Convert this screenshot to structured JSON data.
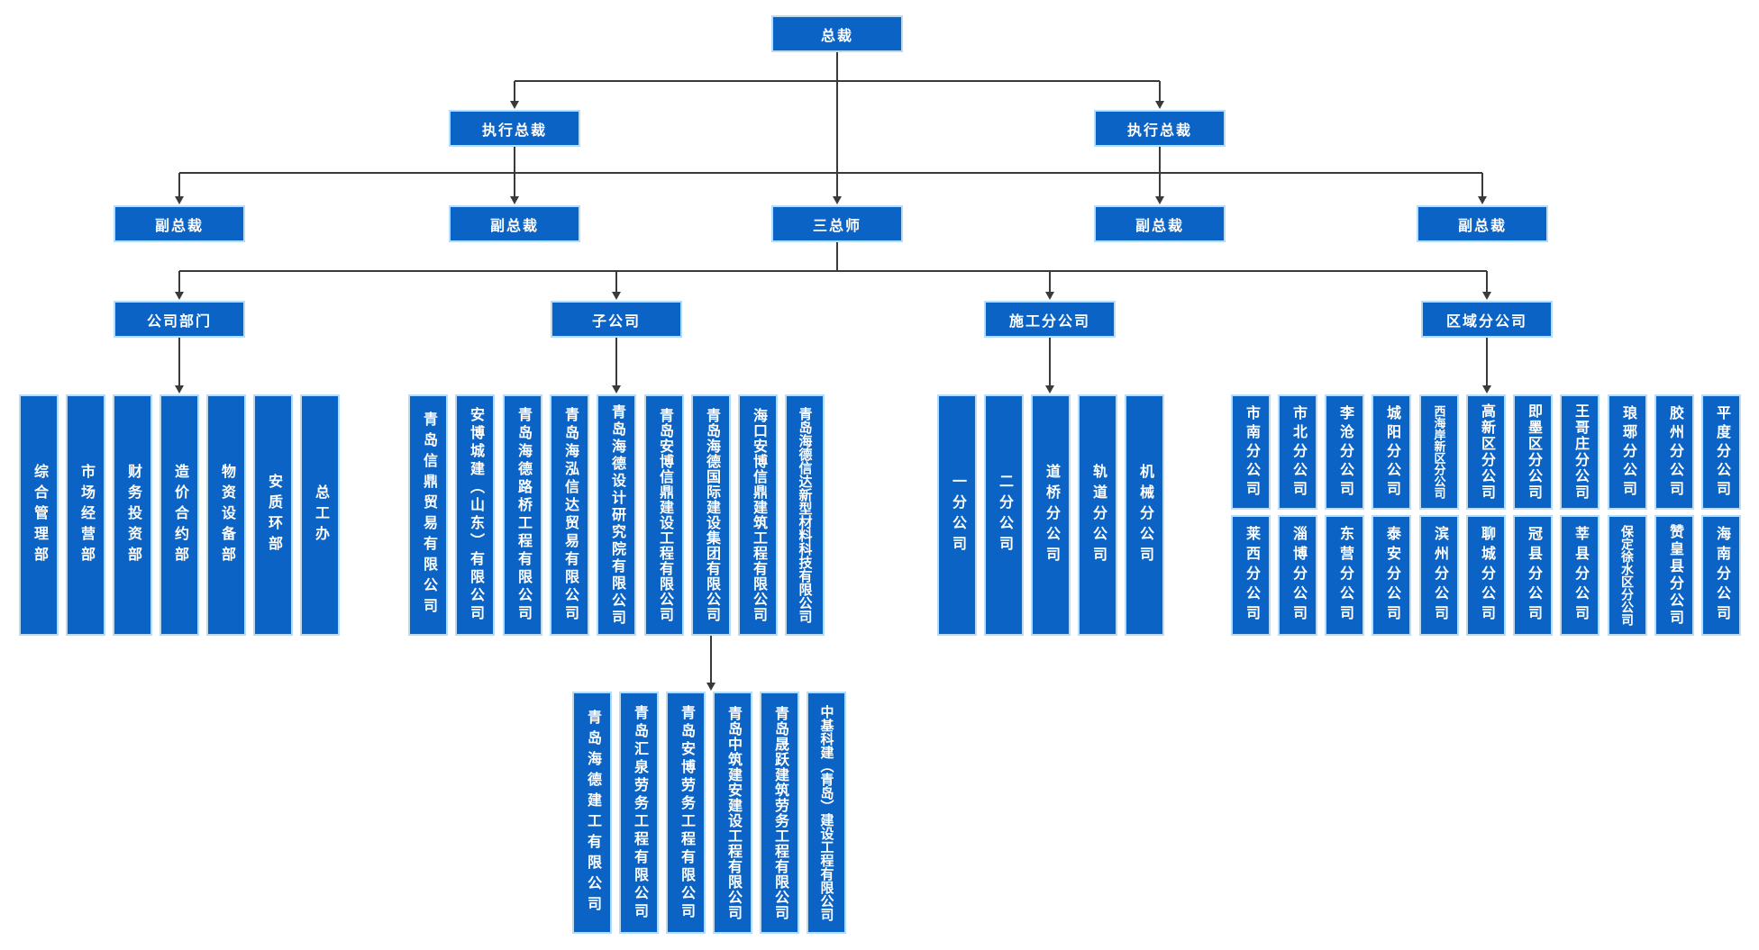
{
  "org": {
    "root": "总裁",
    "level2": [
      "执行总裁",
      "执行总裁"
    ],
    "level3": [
      "副总裁",
      "副总裁",
      "三总师",
      "副总裁",
      "副总裁"
    ],
    "level4": [
      "公司部门",
      "子公司",
      "施工分公司",
      "区域分公司"
    ],
    "departments": [
      "综合管理部",
      "市场经营部",
      "财务投资部",
      "造价合约部",
      "物资设备部",
      "安质环部",
      "总工办"
    ],
    "subsidiaries": [
      "青岛信鼎贸易有限公司",
      "安博城建（山东）有限公司",
      "青岛海德路桥工程有限公司",
      "青岛海泓信达贸易有限公司",
      "青岛海德设计研究院有限公司",
      "青岛安博信鼎建设工程有限公司",
      "青岛海德国际建设集团有限公司",
      "海口安博信鼎建筑工程有限公司",
      "青岛海德信达新型材料科技有限公司"
    ],
    "construction_branches": [
      "一分公司",
      "二分公司",
      "道桥分公司",
      "轨道分公司",
      "机械分公司"
    ],
    "regional_branches_row1": [
      "市南分公司",
      "市北分公司",
      "李沧分公司",
      "城阳分公司",
      "西海岸新区分公司",
      "高新区分公司",
      "即墨区分公司",
      "王哥庄分公司",
      "琅琊分公司",
      "胶州分公司",
      "平度分公司"
    ],
    "regional_branches_row2": [
      "莱西分公司",
      "淄博分公司",
      "东营分公司",
      "泰安分公司",
      "滨州分公司",
      "聊城分公司",
      "冠县分公司",
      "莘县分公司",
      "保定徐水区分公司",
      "赞皇县分公司",
      "海南分公司"
    ],
    "labor_subsidiaries": [
      "青岛海德建工有限公司",
      "青岛汇泉劳务工程有限公司",
      "青岛安博劳务工程有限公司",
      "青岛中筑建安建设工程有限公司",
      "青岛晟跃建筑劳务工程有限公司",
      "中基科建（青岛）建设工程有限公司"
    ]
  },
  "colors": {
    "node_fill": "#0b63c5",
    "node_border": "#b9dcf6",
    "node_text": "#ffffff",
    "connector": "#3a3a3a",
    "background": "#ffffff"
  }
}
